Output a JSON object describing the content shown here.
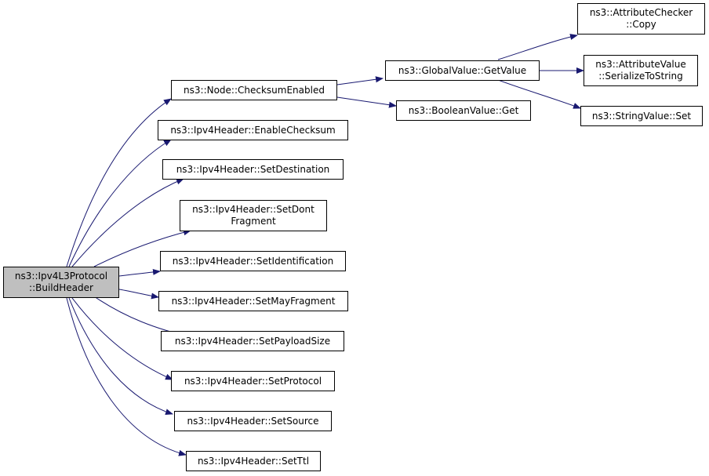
{
  "graph": {
    "edge_color": "#191970",
    "root": {
      "line1": "ns3::Ipv4L3Protocol",
      "line2": "::BuildHeader"
    },
    "nodes": {
      "checksum_enabled": {
        "label": "ns3::Node::ChecksumEnabled"
      },
      "enable_checksum": {
        "label": "ns3::Ipv4Header::EnableChecksum"
      },
      "set_destination": {
        "label": "ns3::Ipv4Header::SetDestination"
      },
      "set_dont_fragment": {
        "line1": "ns3::Ipv4Header::SetDont",
        "line2": "Fragment"
      },
      "set_identification": {
        "label": "ns3::Ipv4Header::SetIdentification"
      },
      "set_may_fragment": {
        "label": "ns3::Ipv4Header::SetMayFragment"
      },
      "set_payload_size": {
        "label": "ns3::Ipv4Header::SetPayloadSize"
      },
      "set_protocol": {
        "label": "ns3::Ipv4Header::SetProtocol"
      },
      "set_source": {
        "label": "ns3::Ipv4Header::SetSource"
      },
      "set_ttl": {
        "label": "ns3::Ipv4Header::SetTtl"
      },
      "global_value_get_value": {
        "label": "ns3::GlobalValue::GetValue"
      },
      "boolean_value_get": {
        "label": "ns3::BooleanValue::Get"
      },
      "attribute_checker_copy": {
        "line1": "ns3::AttributeChecker",
        "line2": "::Copy"
      },
      "attribute_value_serialize": {
        "line1": "ns3::AttributeValue",
        "line2": "::SerializeToString"
      },
      "string_value_set": {
        "label": "ns3::StringValue::Set"
      }
    }
  }
}
